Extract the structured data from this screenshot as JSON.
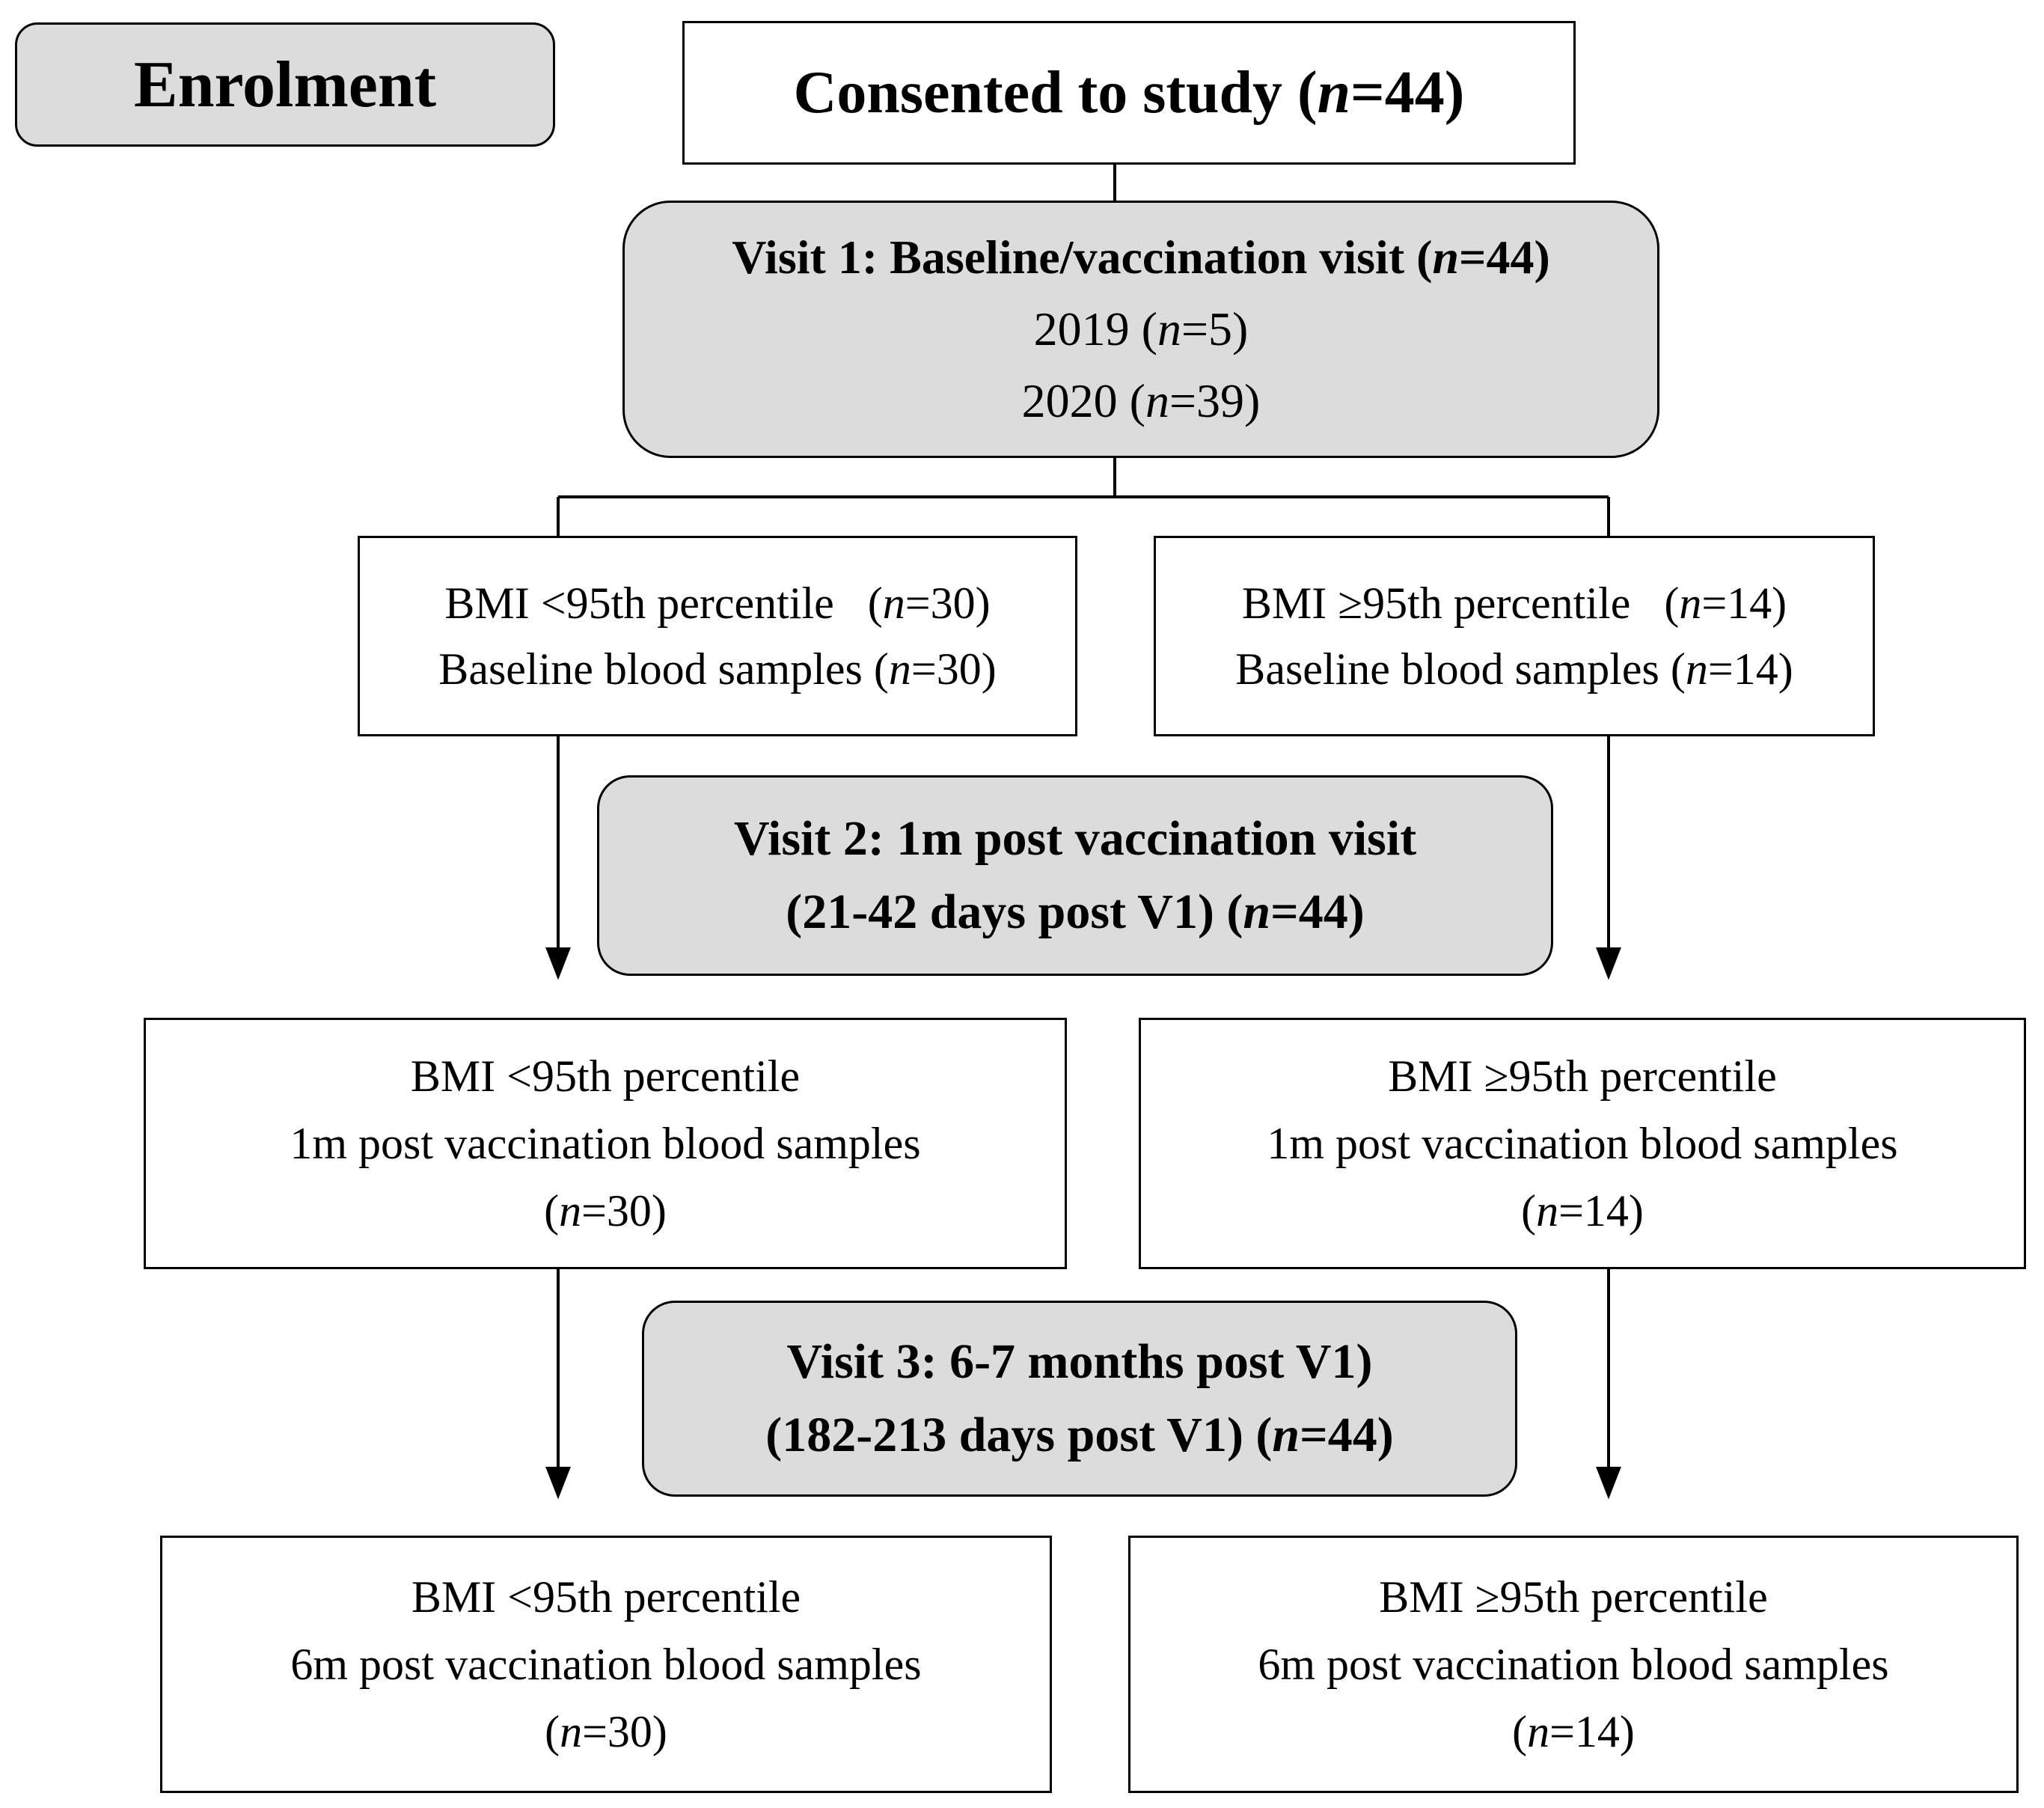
{
  "enrolment": {
    "label": "Enrolment"
  },
  "consented": {
    "text": "Consented to study (",
    "n": "n",
    "rest": "=44)"
  },
  "visit1": {
    "title": "Visit 1: Baseline/vaccination visit (",
    "title_n": "n",
    "title_rest": "=44)",
    "y2019": "2019 (",
    "y2019_rest": "=5)",
    "y2020": "2020 (",
    "y2020_rest": "=39)",
    "n": "n"
  },
  "baseline_low": {
    "line1": "BMI <95th percentile   (",
    "line1_rest": "=30)",
    "line2": "Baseline blood samples (",
    "line2_rest": "=30)",
    "n": "n"
  },
  "baseline_high": {
    "line1": "BMI ≥95th percentile   (",
    "line1_rest": "=14)",
    "line2": "Baseline blood samples (",
    "line2_rest": "=14)",
    "n": "n"
  },
  "visit2": {
    "line1": "Visit 2: 1m post vaccination visit",
    "line2": "(21-42 days post V1) (",
    "line2_rest": "=44)",
    "n": "n"
  },
  "onem_low": {
    "line1": "BMI <95th percentile",
    "line2": "1m post vaccination blood samples",
    "line3": "(",
    "line3_rest": "=30)",
    "n": "n"
  },
  "onem_high": {
    "line1": "BMI ≥95th percentile",
    "line2": "1m post vaccination blood samples",
    "line3": "(",
    "line3_rest": "=14)",
    "n": "n"
  },
  "visit3": {
    "line1": "Visit 3: 6-7 months post V1)",
    "line2": "(182-213 days post V1) (",
    "line2_rest": "=44)",
    "n": "n"
  },
  "sixm_low": {
    "line1": "BMI <95th percentile",
    "line2": "6m post vaccination blood samples",
    "line3": "(",
    "line3_rest": "=30)",
    "n": "n"
  },
  "sixm_high": {
    "line1": "BMI ≥95th percentile",
    "line2": "6m post vaccination blood samples",
    "line3": "(",
    "line3_rest": "=14)",
    "n": "n"
  }
}
